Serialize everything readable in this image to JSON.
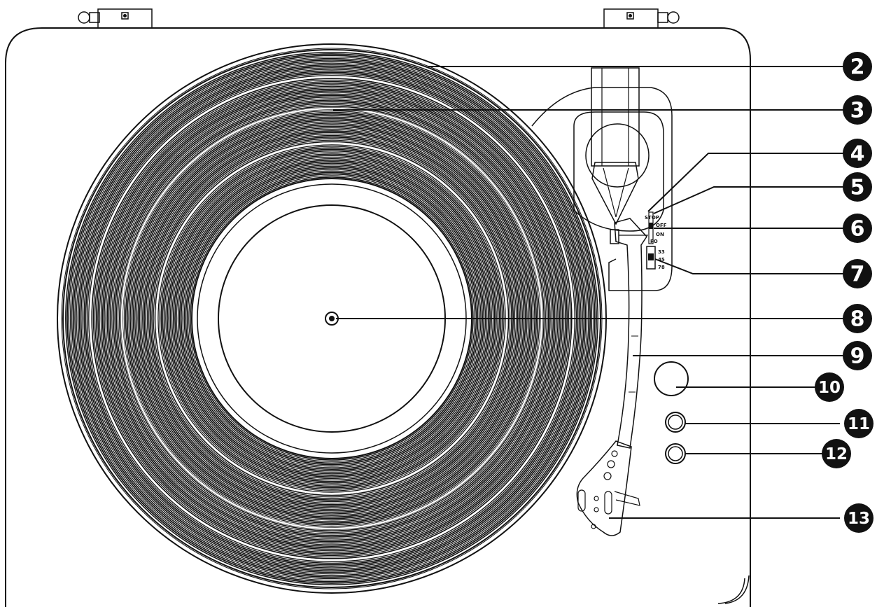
{
  "colors": {
    "ink": "#111111",
    "paper": "#ffffff"
  },
  "switch": {
    "labels": [
      "STOP",
      "OFF",
      "ON",
      "FO"
    ]
  },
  "speed": {
    "labels": [
      "33",
      "45",
      "78"
    ]
  },
  "callouts": [
    {
      "id": "2",
      "label": "2"
    },
    {
      "id": "3",
      "label": "3"
    },
    {
      "id": "4",
      "label": "4"
    },
    {
      "id": "5",
      "label": "5"
    },
    {
      "id": "6",
      "label": "6"
    },
    {
      "id": "7",
      "label": "7"
    },
    {
      "id": "8",
      "label": "8"
    },
    {
      "id": "9",
      "label": "9"
    },
    {
      "id": "10",
      "label": "10"
    },
    {
      "id": "11",
      "label": "11"
    },
    {
      "id": "12",
      "label": "12"
    },
    {
      "id": "13",
      "label": "13"
    }
  ]
}
